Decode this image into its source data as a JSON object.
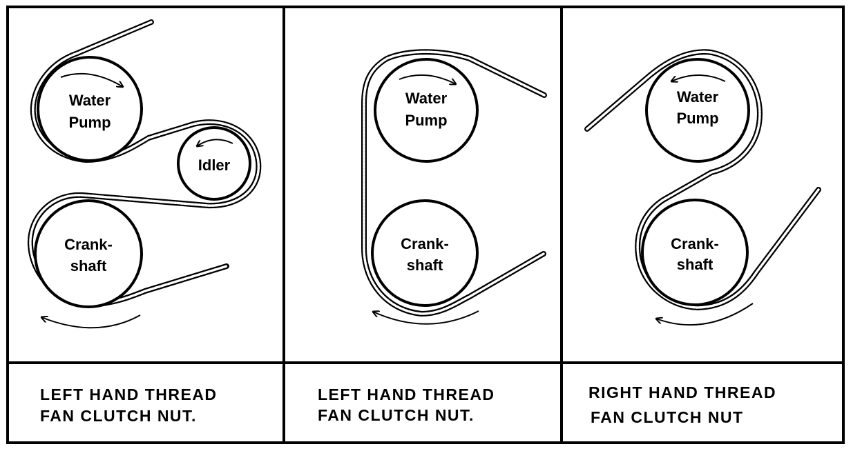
{
  "colors": {
    "ink": "#000000",
    "paper": "#ffffff"
  },
  "panels": [
    {
      "pulleys": {
        "water_pump": [
          "Water",
          "Pump"
        ],
        "idler": [
          "Idler"
        ],
        "crankshaft": [
          "Crank-",
          "shaft"
        ]
      },
      "caption": [
        "LEFT HAND THREAD",
        "FAN CLUTCH NUT."
      ]
    },
    {
      "pulleys": {
        "water_pump": [
          "Water",
          "Pump"
        ],
        "crankshaft": [
          "Crank-",
          "shaft"
        ]
      },
      "caption": [
        "LEFT HAND THREAD",
        "FAN CLUTCH NUT."
      ]
    },
    {
      "pulleys": {
        "water_pump": [
          "Water",
          "Pump"
        ],
        "crankshaft": [
          "Crank-",
          "shaft"
        ]
      },
      "caption": [
        "RIGHT HAND THREAD",
        "FAN CLUTCH NUT"
      ]
    }
  ]
}
